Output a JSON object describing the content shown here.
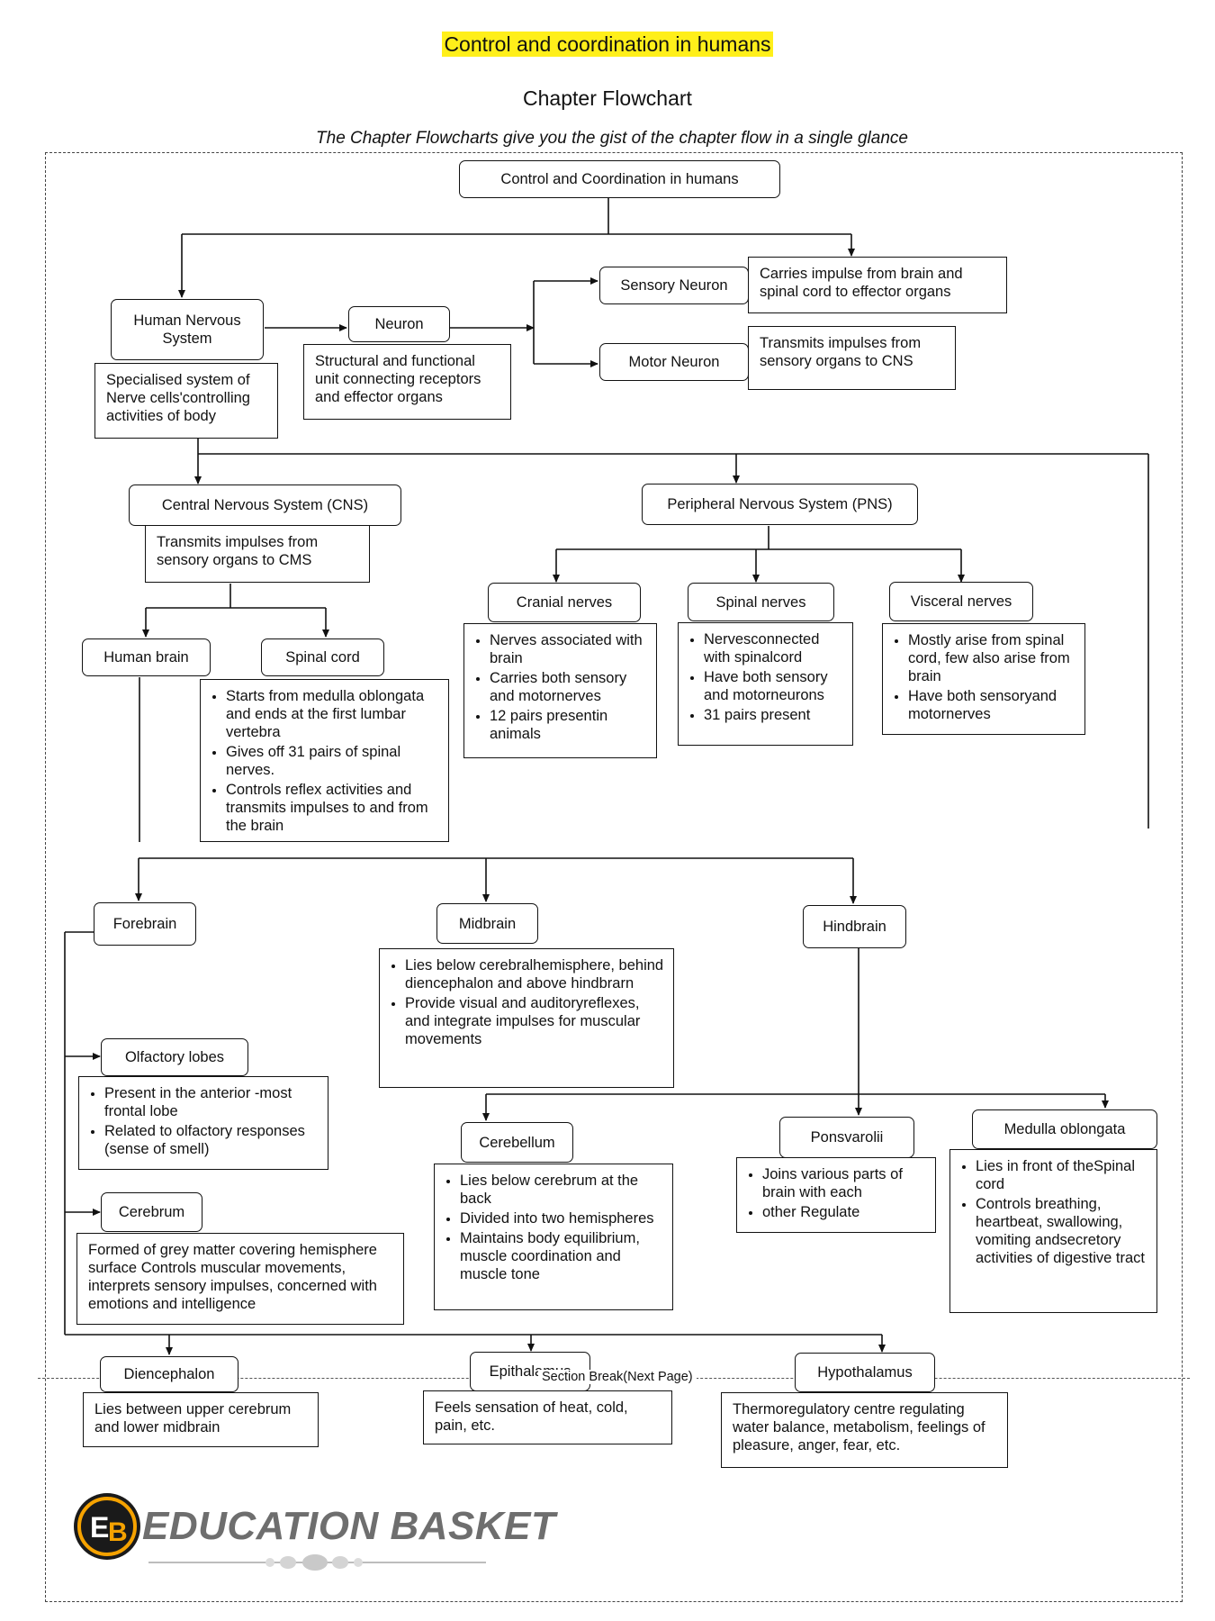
{
  "header": {
    "title": "Control and coordination in humans",
    "subtitle": "Chapter Flowchart",
    "tagline": "The Chapter Flowcharts give you the gist of the chapter flow in a single glance"
  },
  "nodes": {
    "root": "Control and Coordination in humans",
    "human_nervous_system": "Human Nervous System",
    "human_nervous_system_desc": "Specialised system of Nerve cells'controlling activities of body",
    "neuron": "Neuron",
    "neuron_desc": "Structural and functional unit connecting receptors and effector organs",
    "sensory_neuron": "Sensory Neuron",
    "sensory_neuron_desc": "Carries impulse from brain and spinal cord to effector organs",
    "motor_neuron": "Motor Neuron",
    "motor_neuron_desc": "Transmits impulses from sensory organs to CNS",
    "cns": "Central Nervous System (CNS)",
    "cns_desc": "Transmits impulses from sensory organs to CMS",
    "pns": "Peripheral Nervous System (PNS)",
    "human_brain": "Human brain",
    "spinal_cord": "Spinal cord",
    "spinal_cord_points": [
      "Starts from medulla oblongata and ends at the first lumbar vertebra",
      "Gives off 31 pairs of spinal nerves.",
      "Controls reflex activities and transmits impulses to and from the brain"
    ],
    "cranial_nerves": "Cranial nerves",
    "cranial_nerves_points": [
      "Nerves associated with brain",
      "Carries both sensory and motornerves",
      "12 pairs presentin animals"
    ],
    "spinal_nerves": "Spinal nerves",
    "spinal_nerves_points": [
      "Nervesconnected with spinalcord",
      "Have both sensory and motorneurons",
      "31 pairs present"
    ],
    "visceral_nerves": "Visceral nerves",
    "visceral_nerves_points": [
      "Mostly arise from spinal cord, few also arise from brain",
      "Have both sensoryand motornerves"
    ],
    "forebrain": "Forebrain",
    "midbrain": "Midbrain",
    "midbrain_points": [
      "Lies below cerebralhemisphere, behind diencephalon and above hindbrarn",
      "Provide visual and auditoryreflexes, and integrate impulses for muscular movements"
    ],
    "hindbrain": "Hindbrain",
    "olfactory_lobes": "Olfactory lobes",
    "olfactory_points": [
      "Present in the anterior -most frontal lobe",
      "Related to olfactory responses (sense of smell)"
    ],
    "cerebrum": "Cerebrum",
    "cerebrum_desc": "Formed of grey matter covering hemisphere surface Controls muscular movements, interprets sensory impulses, concerned with emotions and intelligence",
    "cerebellum": "Cerebellum",
    "cerebellum_points": [
      "Lies below cerebrum at the back",
      "Divided into two hemispheres",
      "Maintains body equilibrium, muscle coordination and muscle tone"
    ],
    "ponsvarolii": "Ponsvarolii",
    "ponsvarolii_points": [
      "Joins various parts of brain with each",
      "other Regulate"
    ],
    "medulla": "Medulla oblongata",
    "medulla_points": [
      "Lies in front of theSpinal cord",
      "Controls breathing, heartbeat, swallowing, vomiting andsecretory activities of digestive tract"
    ],
    "diencephalon": "Diencephalon",
    "diencephalon_desc": "Lies between upper cerebrum and lower midbrain",
    "epithalamus": "Epithalamus",
    "epithalamus_desc": "Feels sensation of heat, cold, pain, etc.",
    "hypothalamus": "Hypothalamus",
    "hypothalamus_desc": "Thermoregulatory centre regulating water balance, metabolism, feelings of pleasure, anger, fear, etc."
  },
  "section_break": "Section Break(Next Page)",
  "logo": {
    "text": "EDUCATION BASKET",
    "colors": {
      "ring": "#f5a200",
      "circle": "#1a1a1a",
      "text": "#6e6e6e"
    }
  },
  "colors": {
    "highlight": "#ffef1a",
    "line": "#111111"
  }
}
